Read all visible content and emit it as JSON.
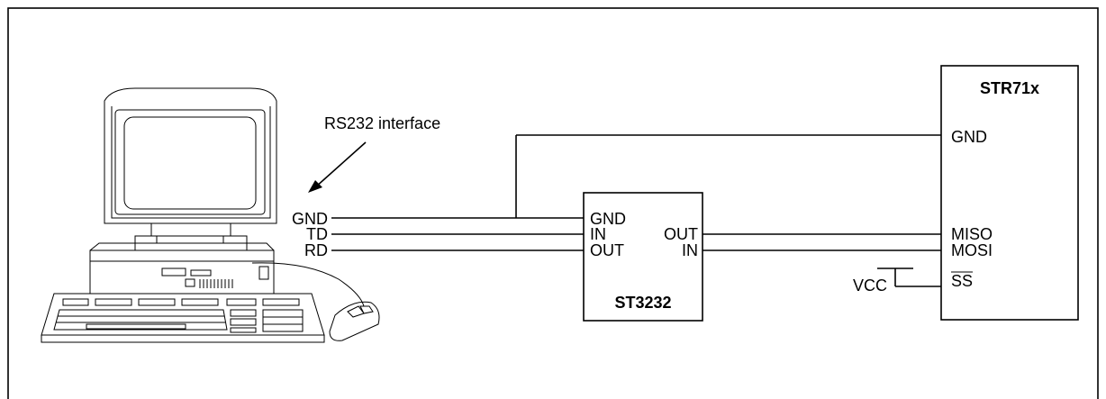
{
  "diagram": {
    "interface_label": "RS232 interface",
    "pc_pins": {
      "gnd": "GND",
      "td": "TD",
      "rd": "RD"
    },
    "transceiver": {
      "name": "ST3232",
      "pin_gnd": "GND",
      "pin_in_left": "IN",
      "pin_out_left": "OUT",
      "pin_out_right": "OUT",
      "pin_in_right": "IN"
    },
    "mcu": {
      "name": "STR71x",
      "pin_gnd": "GND",
      "pin_miso": "MISO",
      "pin_mosi": "MOSI",
      "pin_ss": "SS"
    },
    "supply_label": "VCC",
    "icons": {
      "computer": "desktop-computer-icon",
      "keyboard": "keyboard-icon",
      "mouse": "mouse-icon"
    }
  }
}
